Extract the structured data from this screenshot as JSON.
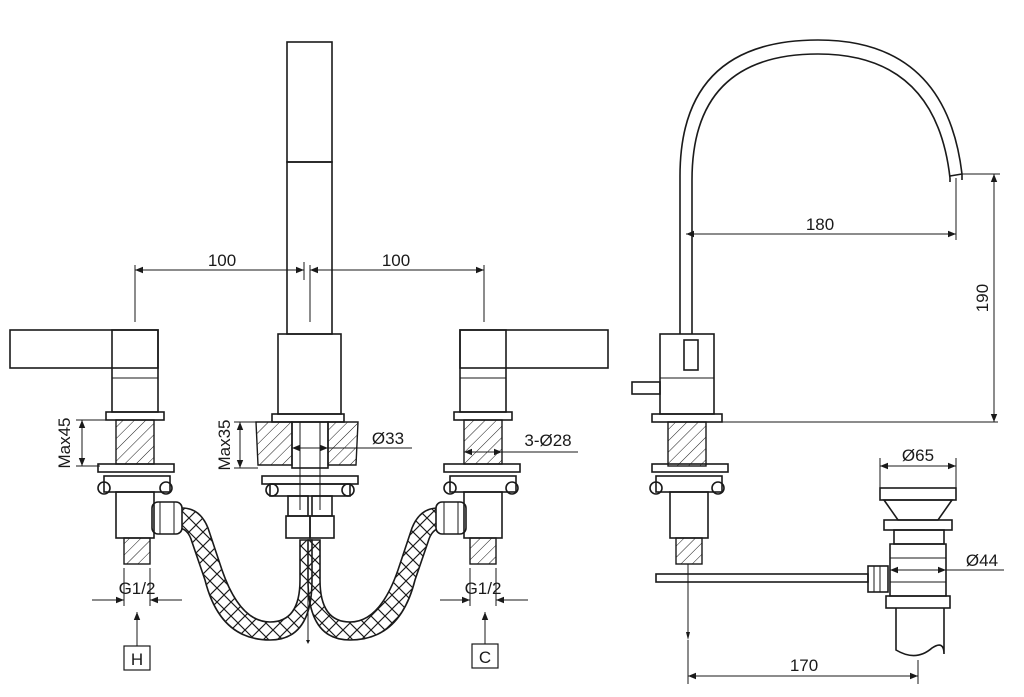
{
  "dimensions": {
    "spout_left_spacing": "100",
    "spout_right_spacing": "100",
    "left_max_thickness": "Max45",
    "spout_max_thickness": "Max35",
    "spout_diameter": "Ø33",
    "hole_diameter": "3-Ø28",
    "left_thread": "G1/2",
    "right_thread": "G1/2",
    "spout_reach": "180",
    "spout_height": "190",
    "drain_top_diameter": "Ø65",
    "drain_body_diameter": "Ø44",
    "drain_rod_length": "170"
  },
  "connections": {
    "hot": "H",
    "cold": "C"
  }
}
